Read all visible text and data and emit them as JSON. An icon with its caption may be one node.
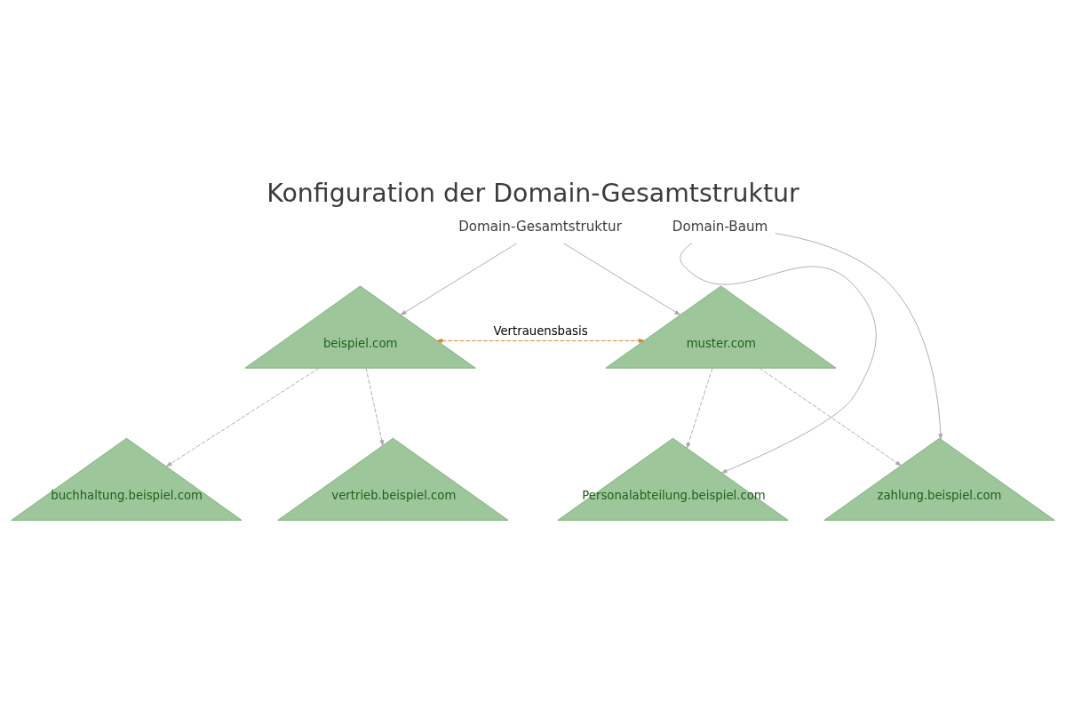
{
  "diagram": {
    "title": "Konfiguration der Domain-Gesamtstruktur",
    "nodes": [
      {
        "text": [
          "Domain-Gesamtstruktur"
        ]
      },
      {
        "text": [
          "beispiel.com"
        ]
      },
      {
        "text": [
          "muster.com"
        ]
      },
      {
        "text": [
          "buchhaltung.beispiel.com"
        ]
      },
      {
        "text": [
          "vertrieb.beispiel.com"
        ]
      },
      {
        "text": [
          "Personalabteilung.beispiel.com"
        ]
      },
      {
        "text": [
          "zahlung.beispiel.com"
        ]
      },
      {
        "text": [
          "Domain-Baum"
        ]
      }
    ],
    "edges": [
      {
        "from": 0,
        "to": 1,
        "arrow": "to"
      },
      {
        "from": 0,
        "to": 2,
        "arrow": "to"
      },
      {
        "from": 1,
        "to": 2,
        "arrow": "both",
        "label": "Vertrauensbasis",
        "style": "dashed",
        "color": "#d9822b"
      },
      {
        "from": 1,
        "to": 3,
        "arrow": "to",
        "style": "dashed"
      },
      {
        "from": 1,
        "to": 4,
        "arrow": "to",
        "style": "dashed"
      },
      {
        "from": 2,
        "to": 5,
        "arrow": "to",
        "style": "dashed"
      },
      {
        "from": 2,
        "to": 6,
        "arrow": "to",
        "style": "dashed"
      },
      {
        "from": 7,
        "to": 5,
        "arrow": "to"
      },
      {
        "from": 7,
        "to": 6,
        "arrow": "to"
      }
    ]
  }
}
